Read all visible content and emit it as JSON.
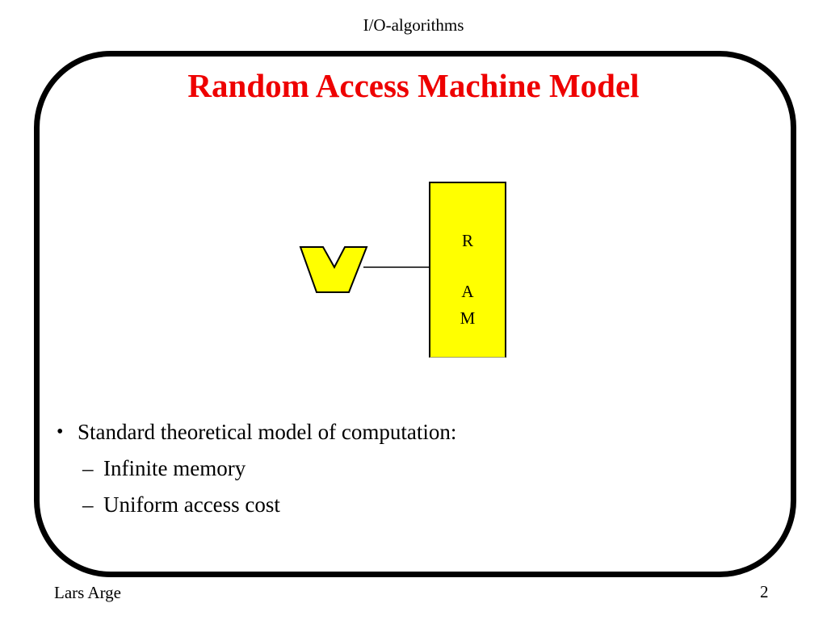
{
  "header": {
    "title": "I/O-algorithms"
  },
  "slide": {
    "title": "Random Access Machine Model",
    "title_color": "#ee0000",
    "diagram": {
      "ram_letters": {
        "r": "R",
        "a": "A",
        "m": "M"
      },
      "box_fill": "#ffff00",
      "arrow_fill": "#ffff00",
      "outline_color": "#000000"
    },
    "bullets": {
      "main": {
        "marker": "•",
        "text": "Standard theoretical model of computation:"
      },
      "sub1": {
        "marker": "–",
        "text": "Infinite memory"
      },
      "sub2": {
        "marker": "–",
        "text": "Uniform access cost"
      }
    }
  },
  "footer": {
    "author": "Lars Arge",
    "page_number": "2"
  }
}
